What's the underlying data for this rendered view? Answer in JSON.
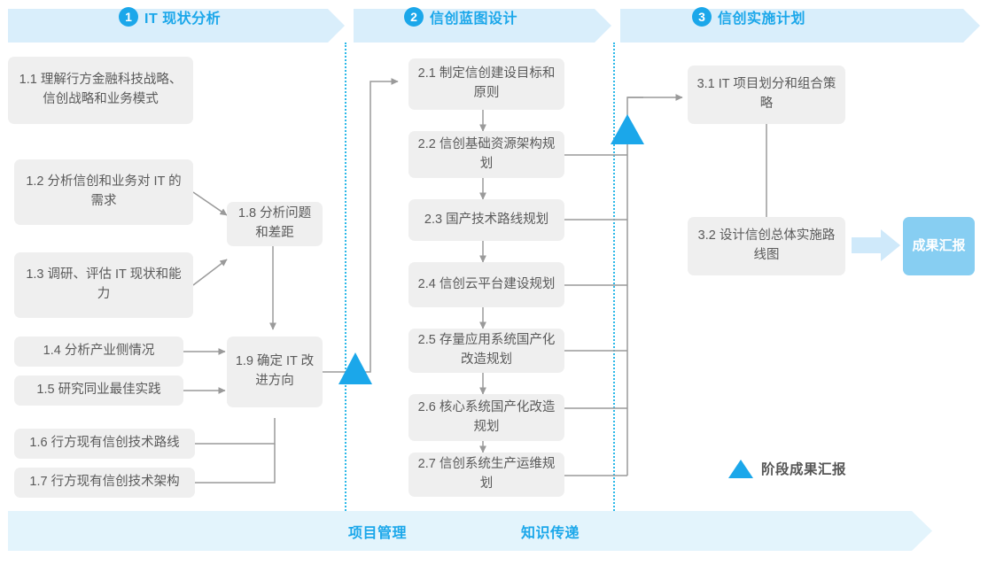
{
  "header": {
    "phases": [
      {
        "num": "1",
        "label": "IT 现状分析"
      },
      {
        "num": "2",
        "label": "信创蓝图设计"
      },
      {
        "num": "3",
        "label": "信创实施计划"
      }
    ]
  },
  "phase1": {
    "left_tasks": [
      {
        "id": "1.1",
        "text": "1.1 理解行方金融科技战略、信创战略和业务模式"
      },
      {
        "id": "1.2",
        "text": "1.2 分析信创和业务对 IT 的需求"
      },
      {
        "id": "1.3",
        "text": "1.3 调研、评估 IT 现状和能力"
      },
      {
        "id": "1.4",
        "text": "1.4 分析产业侧情况"
      },
      {
        "id": "1.5",
        "text": "1.5 研究同业最佳实践"
      },
      {
        "id": "1.6",
        "text": "1.6 行方现有信创技术路线"
      },
      {
        "id": "1.7",
        "text": "1.7 行方现有信创技术架构"
      }
    ],
    "merge_tasks": [
      {
        "id": "1.8",
        "text": "1.8 分析问题和差距"
      },
      {
        "id": "1.9",
        "text": "1.9 确定 IT 改进方向"
      }
    ]
  },
  "phase2": {
    "tasks": [
      {
        "id": "2.1",
        "text": "2.1 制定信创建设目标和原则"
      },
      {
        "id": "2.2",
        "text": "2.2 信创基础资源架构规划"
      },
      {
        "id": "2.3",
        "text": "2.3 国产技术路线规划"
      },
      {
        "id": "2.4",
        "text": "2.4 信创云平台建设规划"
      },
      {
        "id": "2.5",
        "text": "2.5 存量应用系统国产化改造规划"
      },
      {
        "id": "2.6",
        "text": "2.6 核心系统国产化改造规划"
      },
      {
        "id": "2.7",
        "text": "2.7 信创系统生产运维规划"
      }
    ]
  },
  "phase3": {
    "tasks": [
      {
        "id": "3.1",
        "text": "3.1 IT 项目划分和组合策略"
      },
      {
        "id": "3.2",
        "text": "3.2 设计信创总体实施路线图"
      }
    ],
    "result_chip": "成果汇报"
  },
  "legend": {
    "milestone_label": "阶段成果汇报",
    "milestone_icon": "triangle-up-icon"
  },
  "footer": {
    "labels": [
      "项目管理",
      "知识传递"
    ]
  },
  "colors": {
    "accent": "#1ba7ea",
    "phase_band": "#d9eefb",
    "footer_band": "#e3f4fc",
    "box_bg": "#efefef",
    "box_text": "#5a5a5a",
    "chip_bg": "#87cef2",
    "connector": "#9a9a9a",
    "divider": "#2bb8e8",
    "chip_arrow": "#cfe9fa"
  }
}
